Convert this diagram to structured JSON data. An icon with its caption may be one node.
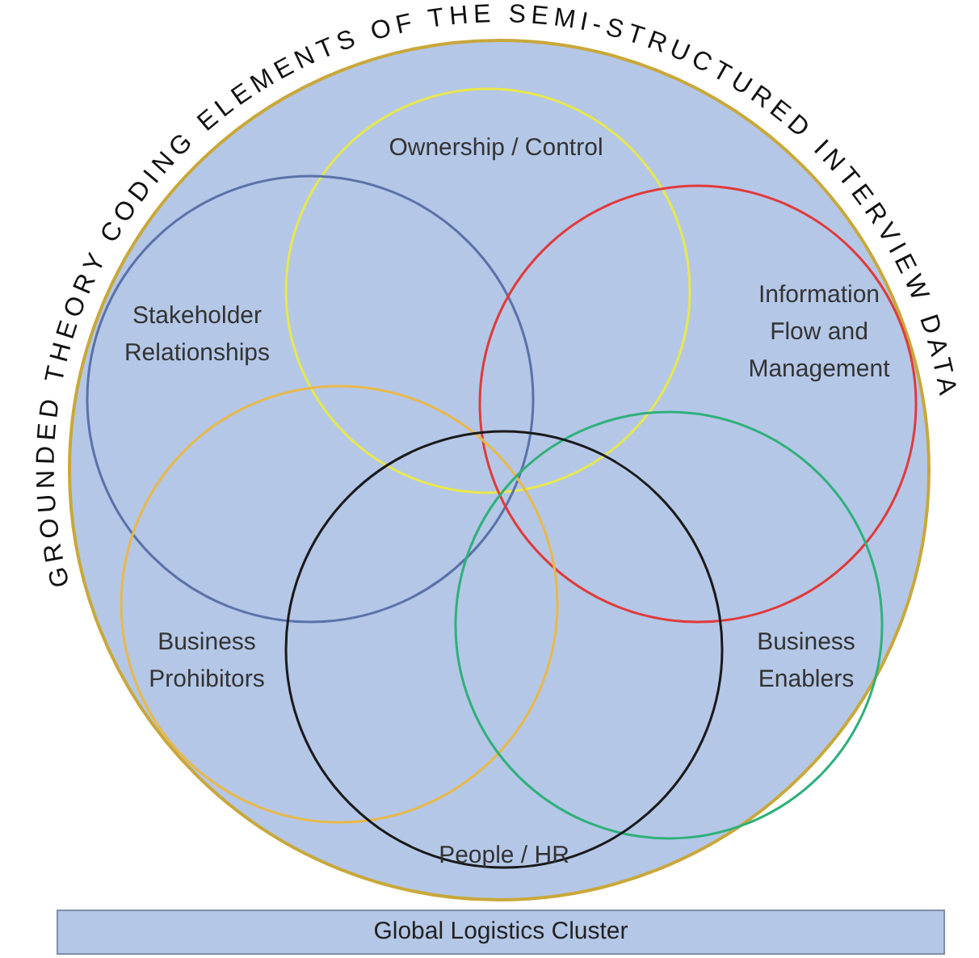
{
  "diagram": {
    "title": "GROUNDED THEORY CODING ELEMENTS OF  THE SEMI-STRUCTURED INTERVIEW DATA",
    "nodes": [
      {
        "text": [],
        "shape": "circle"
      },
      {
        "text": [
          "Ownership / Control"
        ],
        "in": 0
      },
      {
        "text": [
          "Stakeholder Relationships"
        ],
        "in": 0
      },
      {
        "text": [
          "Information Flow and Management"
        ],
        "in": 0
      },
      {
        "text": [
          "Business Prohibitors"
        ],
        "in": 0
      },
      {
        "text": [
          "Business Enablers"
        ],
        "in": 0
      },
      {
        "text": [
          "People / HR"
        ],
        "in": 0
      },
      {
        "text": [
          "Global Logistics Cluster"
        ]
      }
    ],
    "edges": []
  }
}
